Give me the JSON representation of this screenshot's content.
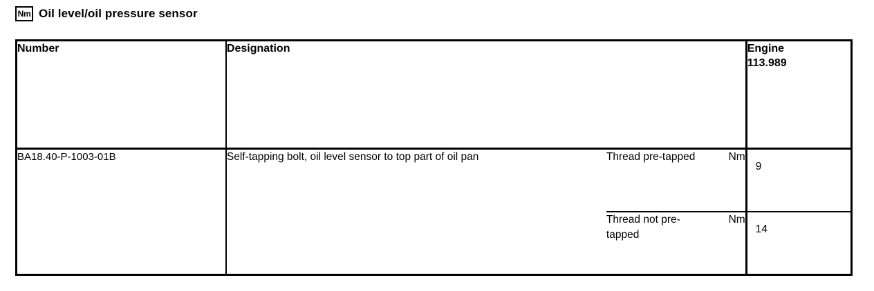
{
  "header": {
    "badge_label": "Nm",
    "badge_icon": "nm-torque-icon",
    "title": "Oil level/oil pressure sensor"
  },
  "table": {
    "columns": [
      {
        "key": "number",
        "label": "Number"
      },
      {
        "key": "designation",
        "label": "Designation"
      },
      {
        "key": "engine",
        "label_line1": "Engine",
        "label_line2": "113.989"
      }
    ],
    "rows": [
      {
        "number": "BA18.40-P-1003-01B",
        "designation": "Self-tapping bolt, oil level sensor to top part of oil pan",
        "specs": [
          {
            "condition": "Thread pre-tapped",
            "unit": "Nm",
            "value": "9"
          },
          {
            "condition": "Thread not pre-tapped",
            "unit": "Nm",
            "value": "14"
          }
        ]
      }
    ]
  },
  "colors": {
    "text": "#000000",
    "background": "#ffffff",
    "border": "#000000"
  }
}
